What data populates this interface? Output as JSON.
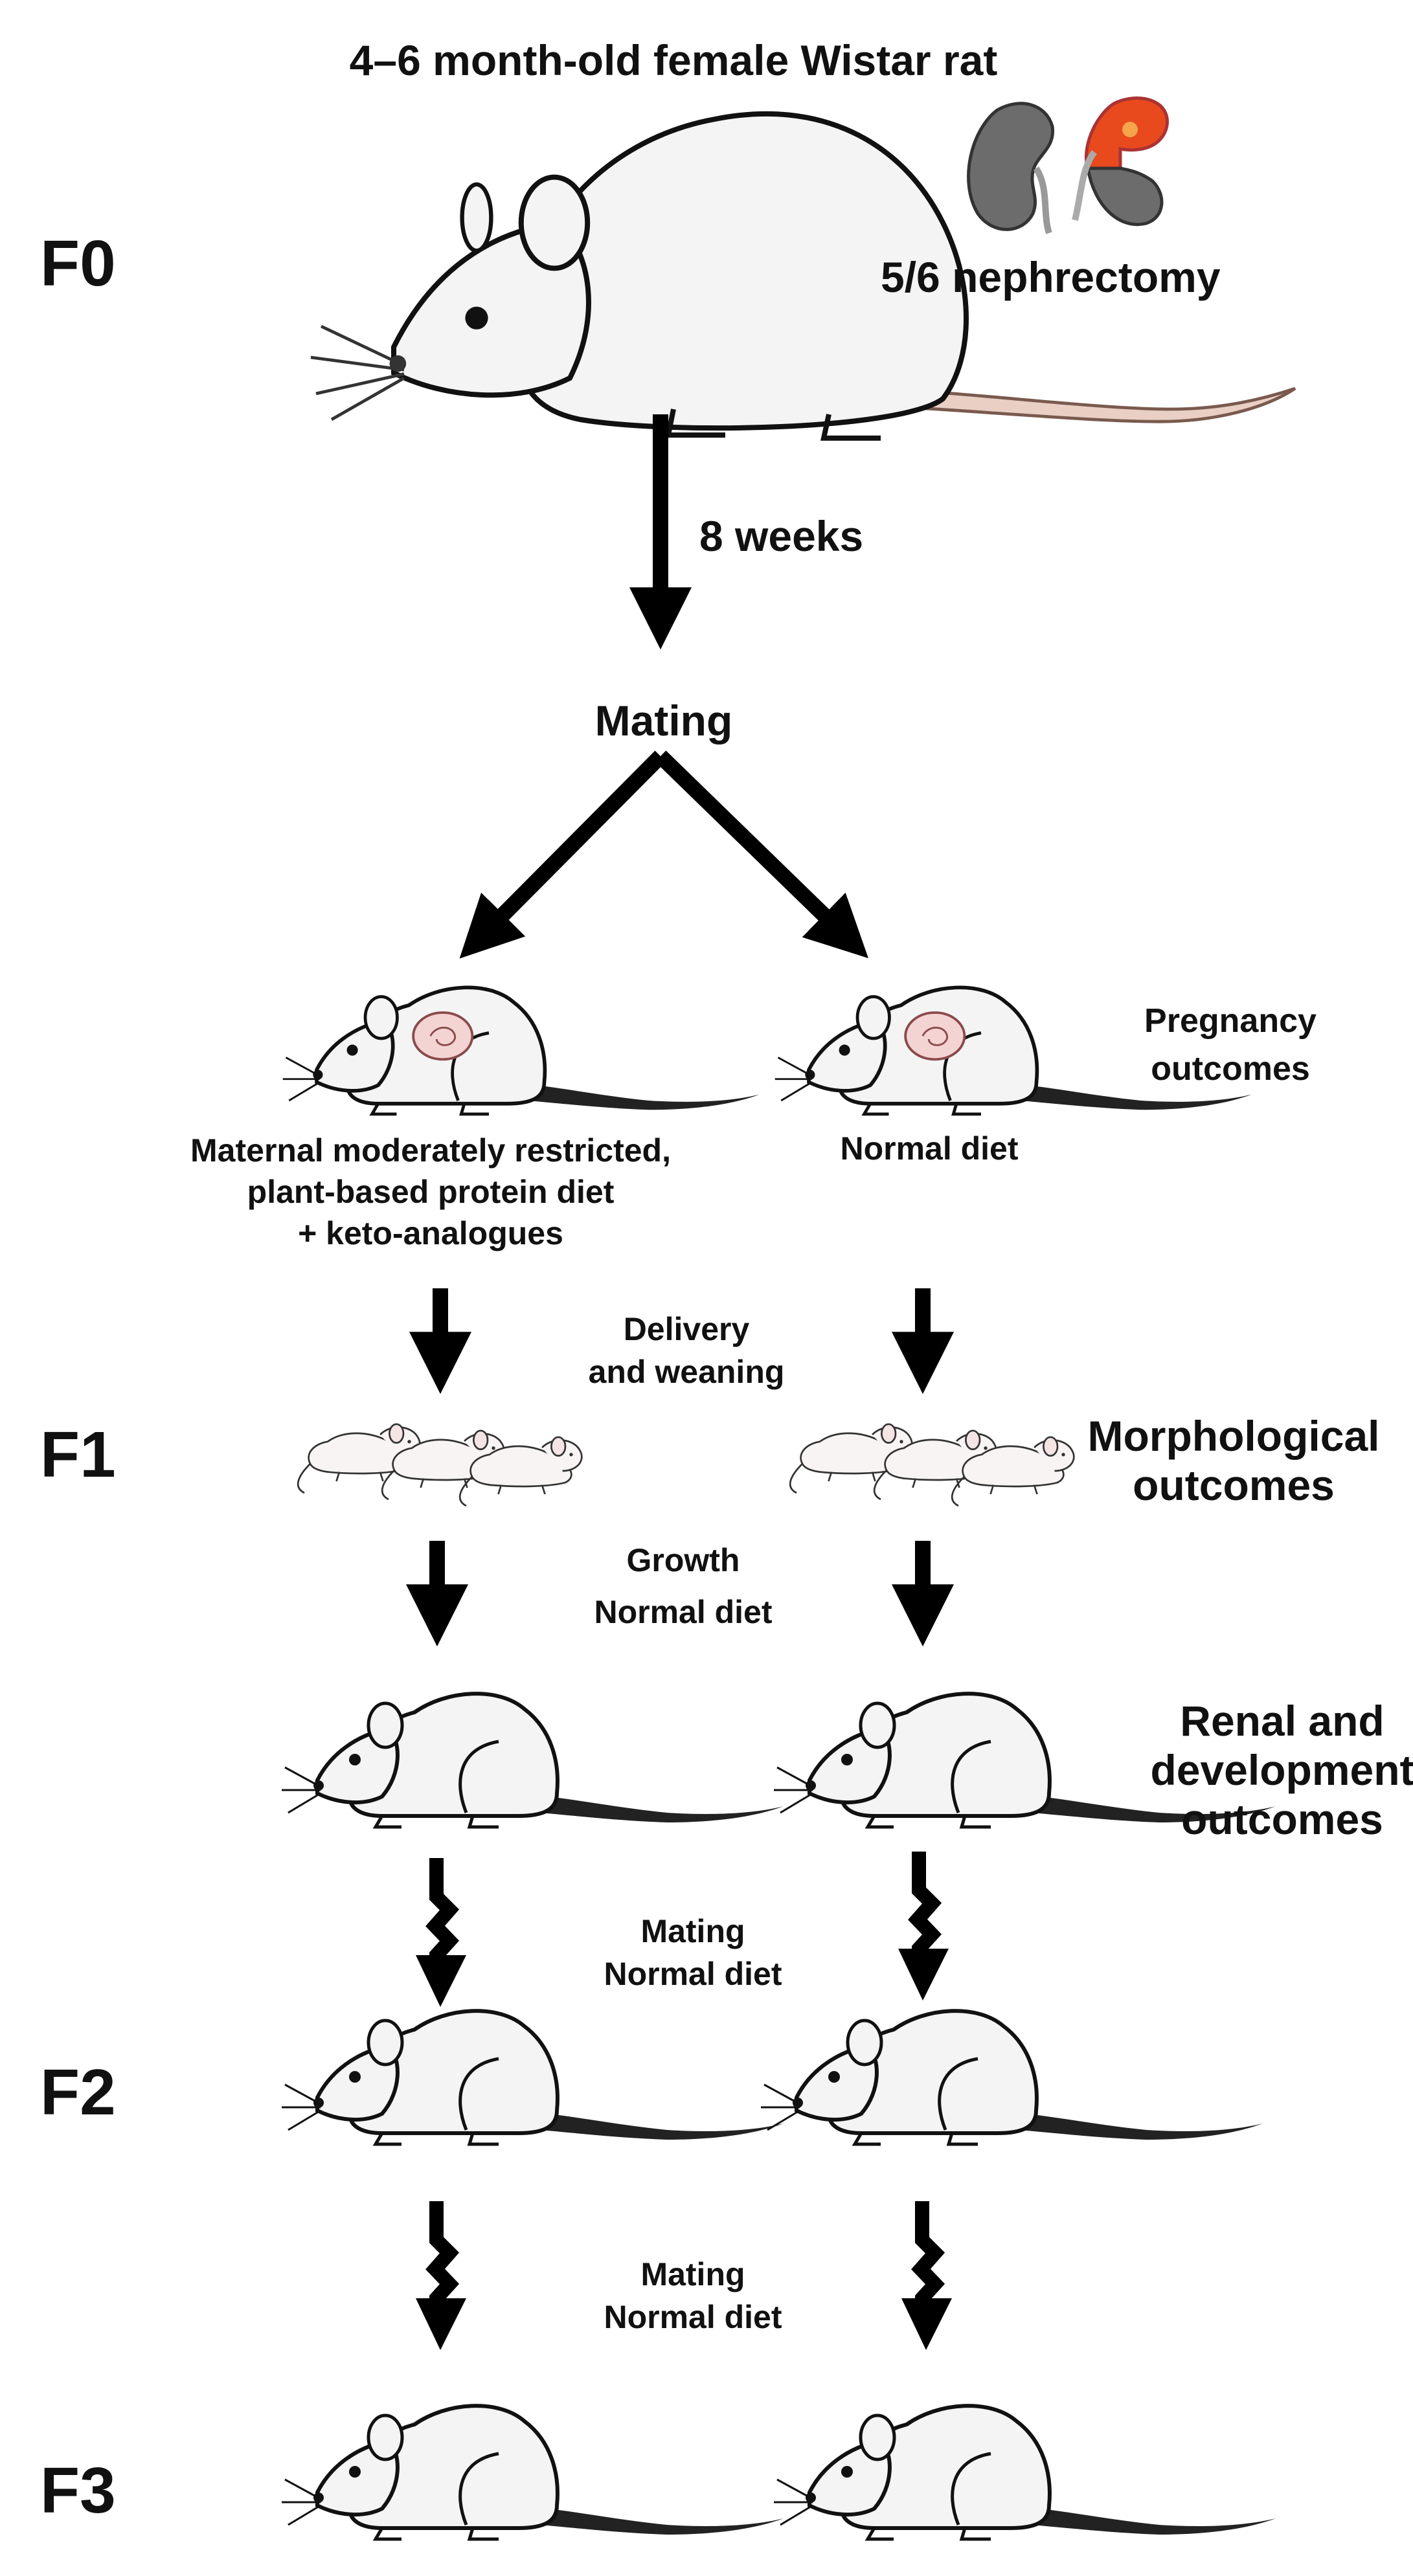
{
  "generations": [
    "F0",
    "F1",
    "F2",
    "F3"
  ],
  "f0": {
    "title": "4–6 month-old female Wistar rat",
    "surgery": "5/6 nephrectomy"
  },
  "timeline": {
    "interval": "8 weeks",
    "mating": "Mating"
  },
  "groups": {
    "left_diet": [
      "Maternal moderately restricted,",
      "plant-based protein diet",
      "+ keto-analogues"
    ],
    "right_diet": "Normal diet"
  },
  "steps": {
    "delivery": [
      "Delivery",
      "and weaning"
    ],
    "growth": [
      "Growth",
      "Normal diet"
    ],
    "mating_f2": [
      "Mating",
      "Normal diet"
    ],
    "mating_f3": [
      "Mating",
      "Normal diet"
    ]
  },
  "outcomes": {
    "pregnancy": [
      "Pregnancy",
      "outcomes"
    ],
    "morphological": [
      "Morphological",
      "outcomes"
    ],
    "renal": [
      "Renal and",
      "development",
      "outcomes"
    ]
  }
}
